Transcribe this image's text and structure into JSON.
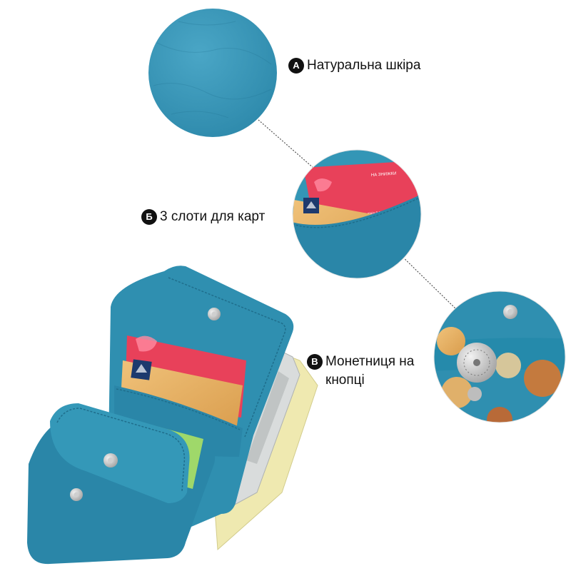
{
  "callouts": [
    {
      "badge": "A",
      "text": "Натуральна шкіра"
    },
    {
      "badge": "Б",
      "text": "3 слоти для карт"
    },
    {
      "badge": "В",
      "line1": "Монетниця на",
      "line2": "кнопці"
    }
  ],
  "card": {
    "label_top": "НА ЗНИЖКИ",
    "phone": "гаряча лінія 0 800 303 400"
  },
  "colors": {
    "leather": "#2f8fb0",
    "leather_dark": "#1f6e8c",
    "card_red": "#e8415a",
    "card_gold": "#e8b56a",
    "banknote": "#e9e6a8"
  },
  "icons": [
    "snap-button-icon",
    "coin-icon"
  ]
}
